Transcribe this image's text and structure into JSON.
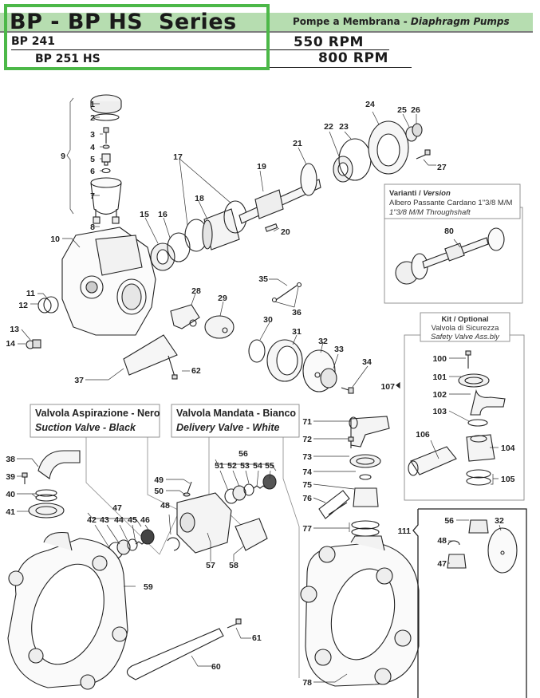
{
  "header": {
    "series_title": "BP - BP HS  Series",
    "subtitle_it": "Pompe a Membrana - ",
    "subtitle_en": "Diaphragm Pumps",
    "models": [
      {
        "name": "BP 241",
        "rpm": "550 RPM"
      },
      {
        "name": "BP 251 HS",
        "rpm": "800 RPM"
      }
    ],
    "highlight_color": "#4cb848",
    "band_color": "#b6ddb0"
  },
  "boxes": {
    "version": {
      "title_it": "Varianti",
      "sep": " / ",
      "title_en": "Version",
      "line_it": "Albero Passante Cardano 1\"3/8 M/M",
      "line_en": "1\"3/8 M/M Throughshaft"
    },
    "safety_kit": {
      "title_it": "Kit",
      "sep": " / ",
      "title_en": "Optional",
      "line_it": "Valvola di Sicurezza",
      "line_en": "Safety Valve Ass.bly"
    },
    "suction_valve": {
      "line_it": "Valvola Aspirazione - Nero",
      "line_en": "Suction Valve - Black"
    },
    "delivery_valve": {
      "line_it": "Valvola Mandata - Bianco",
      "line_en": "Delivery Valve - White"
    }
  },
  "part_labels": {
    "p1": "1",
    "p2": "2",
    "p3": "3",
    "p4": "4",
    "p5": "5",
    "p6": "6",
    "p7": "7",
    "p8": "8",
    "p9": "9",
    "p10": "10",
    "p11": "11",
    "p12": "12",
    "p13": "13",
    "p14": "14",
    "p15": "15",
    "p16": "16",
    "p17": "17",
    "p18": "18",
    "p19": "19",
    "p20": "20",
    "p21": "21",
    "p22": "22",
    "p23": "23",
    "p24": "24",
    "p25": "25",
    "p26": "26",
    "p27": "27",
    "p28": "28",
    "p29": "29",
    "p30": "30",
    "p31": "31",
    "p32": "32",
    "p33": "33",
    "p34": "34",
    "p35": "35",
    "p36": "36",
    "p37": "37",
    "p38": "38",
    "p39": "39",
    "p40": "40",
    "p41": "41",
    "p42": "42",
    "p43": "43",
    "p44": "44",
    "p45": "45",
    "p46": "46",
    "p47": "47",
    "p48": "48",
    "p49": "49",
    "p50": "50",
    "p51": "51",
    "p52": "52",
    "p53": "53",
    "p54": "54",
    "p55": "55",
    "p56": "56",
    "p57": "57",
    "p58": "58",
    "p59": "59",
    "p60": "60",
    "p61": "61",
    "p62": "62",
    "p71": "71",
    "p72": "72",
    "p73": "73",
    "p74": "74",
    "p75": "75",
    "p76": "76",
    "p77": "77",
    "p78": "78",
    "p80": "80",
    "p100": "100",
    "p101": "101",
    "p102": "102",
    "p103": "103",
    "p104": "104",
    "p105": "105",
    "p106": "106",
    "p107": "107",
    "p111": "111",
    "k56": "56",
    "k32": "32",
    "k48": "48",
    "k47": "47"
  }
}
